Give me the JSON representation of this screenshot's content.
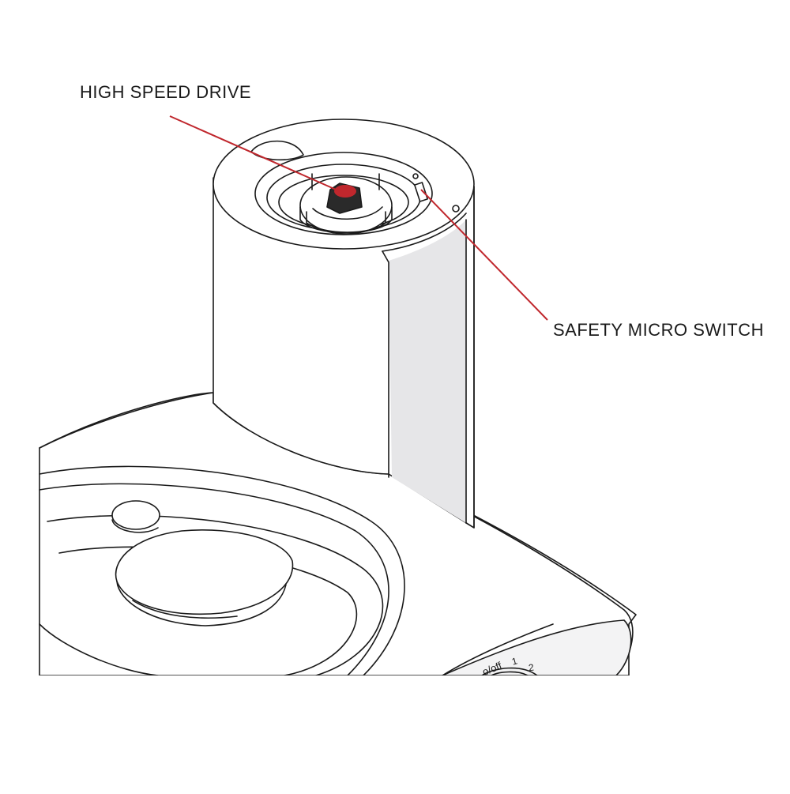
{
  "callouts": {
    "high_speed_drive": "HIGH SPEED DRIVE",
    "safety_micro_switch": "SAFETY MICRO SWITCH"
  },
  "dial": {
    "off_label": "o/off",
    "speed_1": "1",
    "speed_2": "2"
  },
  "colors": {
    "leader_line": "#c0272d",
    "outline": "#1a1a1a",
    "shade": "#e6e6e8",
    "drive_dark": "#2a2a2a"
  }
}
